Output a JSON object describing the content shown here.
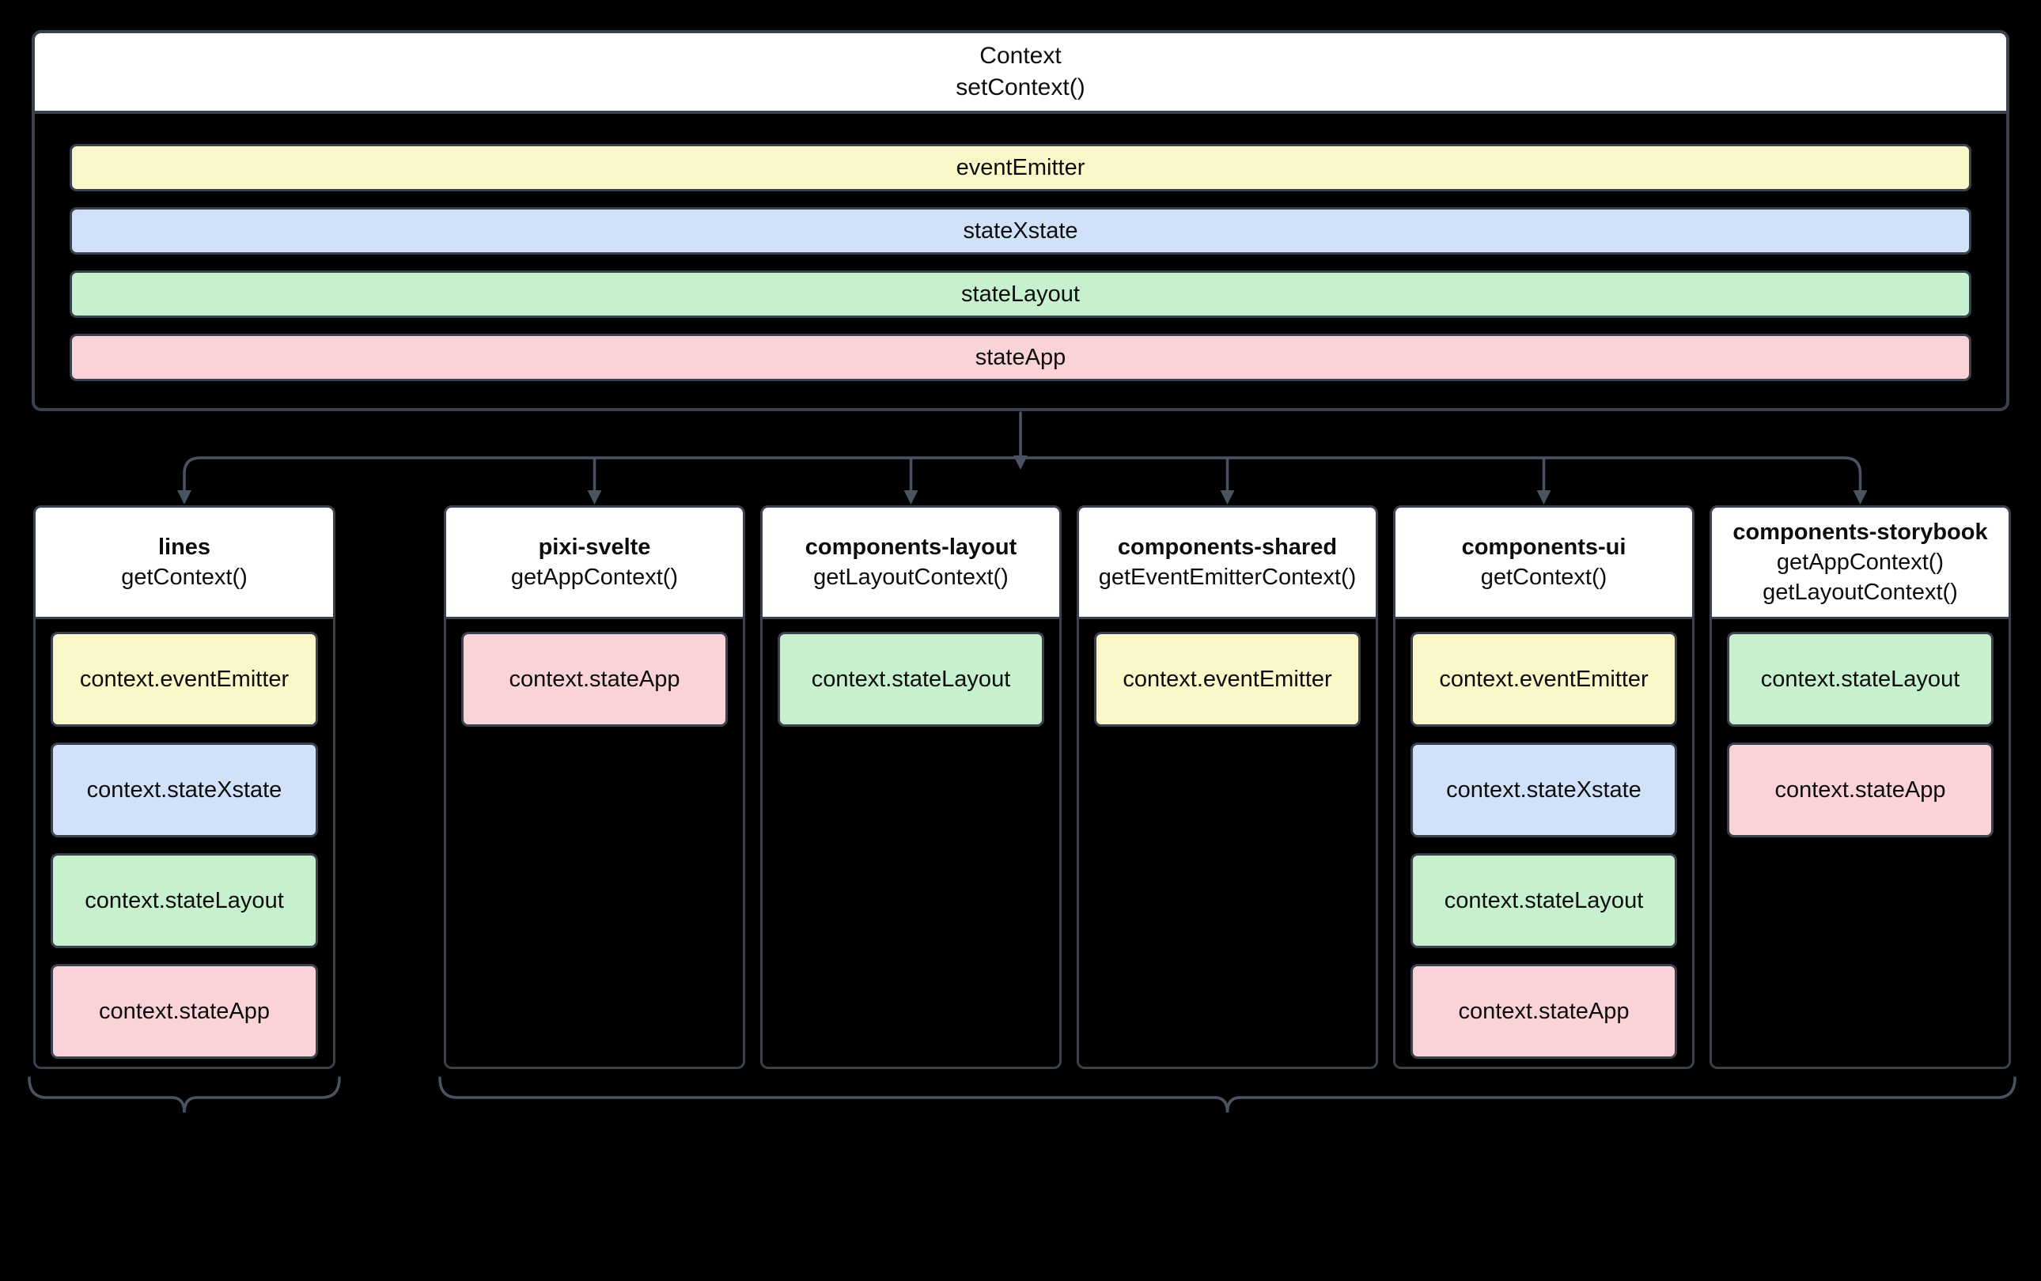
{
  "diagram": {
    "root": {
      "title": "Context",
      "subtitle": "setContext()",
      "bars": [
        {
          "label": "eventEmitter",
          "color_key": "yellow"
        },
        {
          "label": "stateXstate",
          "color_key": "blue"
        },
        {
          "label": "stateLayout",
          "color_key": "green"
        },
        {
          "label": "stateApp",
          "color_key": "pink"
        }
      ]
    },
    "children": [
      {
        "name": "lines",
        "methods": [
          "getContext()"
        ],
        "tiles": [
          {
            "label": "context.eventEmitter",
            "color_key": "yellow"
          },
          {
            "label": "context.stateXstate",
            "color_key": "blue"
          },
          {
            "label": "context.stateLayout",
            "color_key": "green"
          },
          {
            "label": "context.stateApp",
            "color_key": "pink"
          }
        ]
      },
      {
        "name": "pixi-svelte",
        "methods": [
          "getAppContext()"
        ],
        "tiles": [
          {
            "label": "context.stateApp",
            "color_key": "pink"
          }
        ]
      },
      {
        "name": "components-layout",
        "methods": [
          "getLayoutContext()"
        ],
        "tiles": [
          {
            "label": "context.stateLayout",
            "color_key": "green"
          }
        ]
      },
      {
        "name": "components-shared",
        "methods": [
          "getEventEmitterContext()"
        ],
        "tiles": [
          {
            "label": "context.eventEmitter",
            "color_key": "yellow"
          }
        ]
      },
      {
        "name": "components-ui",
        "methods": [
          "getContext()"
        ],
        "tiles": [
          {
            "label": "context.eventEmitter",
            "color_key": "yellow"
          },
          {
            "label": "context.stateXstate",
            "color_key": "blue"
          },
          {
            "label": "context.stateLayout",
            "color_key": "green"
          },
          {
            "label": "context.stateApp",
            "color_key": "pink"
          }
        ]
      },
      {
        "name": "components-storybook",
        "methods": [
          "getAppContext()",
          "getLayoutContext()"
        ],
        "tiles": [
          {
            "label": "context.stateLayout",
            "color_key": "green"
          },
          {
            "label": "context.stateApp",
            "color_key": "pink"
          }
        ]
      }
    ],
    "colors": {
      "yellow": "#faf7c9",
      "blue": "#d0e1f9",
      "green": "#c6f0ce",
      "pink": "#f9d3d7",
      "header_bg": "#ffffff",
      "box_border": "#39414e",
      "connector": "#4a5363",
      "canvas_bg": "#000000",
      "text": "#0d0d0d"
    }
  }
}
